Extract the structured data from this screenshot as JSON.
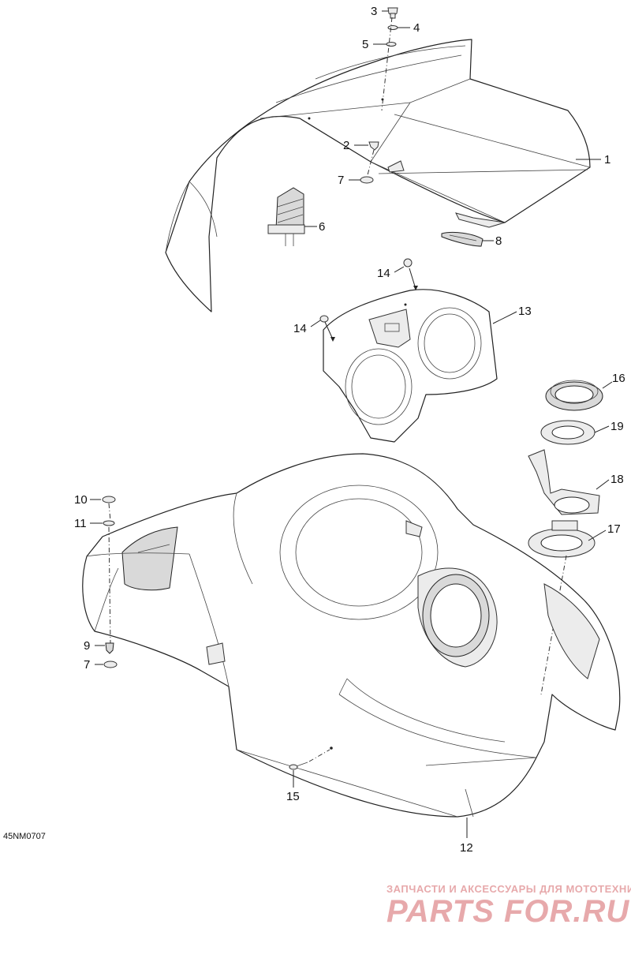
{
  "diagram": {
    "reference_code": "45NM0707",
    "callouts": [
      "1",
      "2",
      "3",
      "4",
      "5",
      "6",
      "7",
      "8",
      "14",
      "14",
      "13",
      "16",
      "19",
      "18",
      "10",
      "11",
      "17",
      "9",
      "7",
      "15",
      "12"
    ]
  },
  "watermark": {
    "line1": "ЗАПЧАСТИ И АКСЕССУАРЫ ДЛЯ МОТОТЕХНИКИ",
    "line2": "PARTS FOR.RU"
  }
}
